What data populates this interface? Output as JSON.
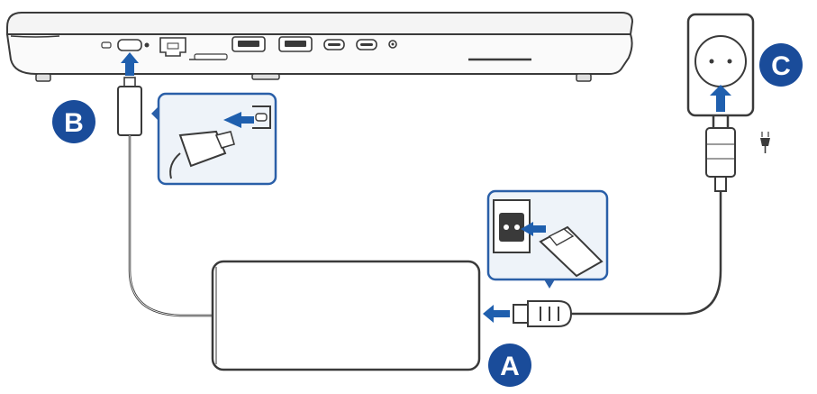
{
  "labels": {
    "a": "A",
    "b": "B",
    "c": "C"
  },
  "colors": {
    "badge": "#1a4c9a",
    "arrow": "#1f5fae",
    "line": "#3a3a3a",
    "inset_border": "#2a5fa8",
    "inset_fill": "#eef3f9"
  },
  "icons": {
    "laptop": "laptop-side-icon",
    "usb_c_port": "usb-c-port-icon",
    "adapter": "power-adapter-icon",
    "wall_socket": "wall-socket-icon",
    "plug": "ac-plug-icon",
    "power_symbol": "power-symbol-icon"
  }
}
